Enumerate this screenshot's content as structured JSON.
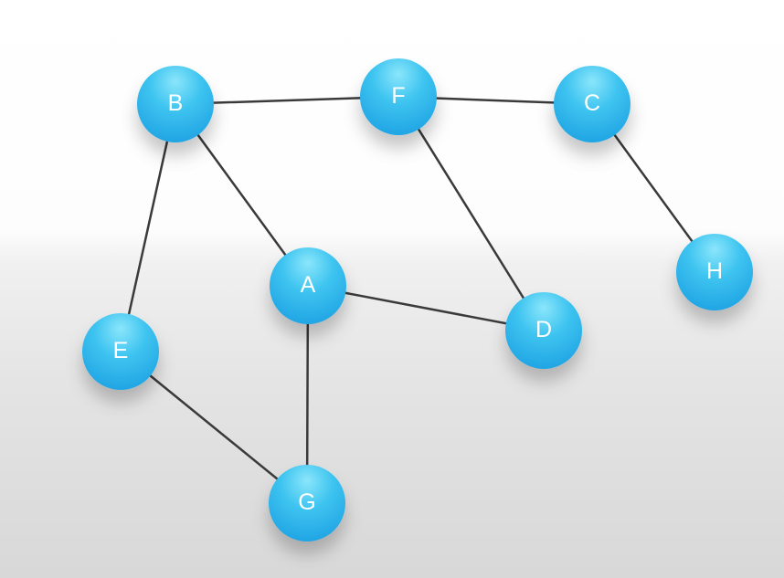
{
  "graph": {
    "node_color": "#29b6ea",
    "node_highlight": "#7fe3fb",
    "edge_color": "#3a3a3a",
    "nodes": [
      {
        "id": "B",
        "label": "B"
      },
      {
        "id": "F",
        "label": "F"
      },
      {
        "id": "C",
        "label": "C"
      },
      {
        "id": "H",
        "label": "H"
      },
      {
        "id": "A",
        "label": "A"
      },
      {
        "id": "D",
        "label": "D"
      },
      {
        "id": "E",
        "label": "E"
      },
      {
        "id": "G",
        "label": "G"
      }
    ],
    "edges": [
      {
        "from": "B",
        "to": "F"
      },
      {
        "from": "F",
        "to": "C"
      },
      {
        "from": "C",
        "to": "H"
      },
      {
        "from": "B",
        "to": "E"
      },
      {
        "from": "B",
        "to": "A"
      },
      {
        "from": "F",
        "to": "D"
      },
      {
        "from": "A",
        "to": "D"
      },
      {
        "from": "A",
        "to": "G"
      },
      {
        "from": "E",
        "to": "G"
      }
    ]
  }
}
